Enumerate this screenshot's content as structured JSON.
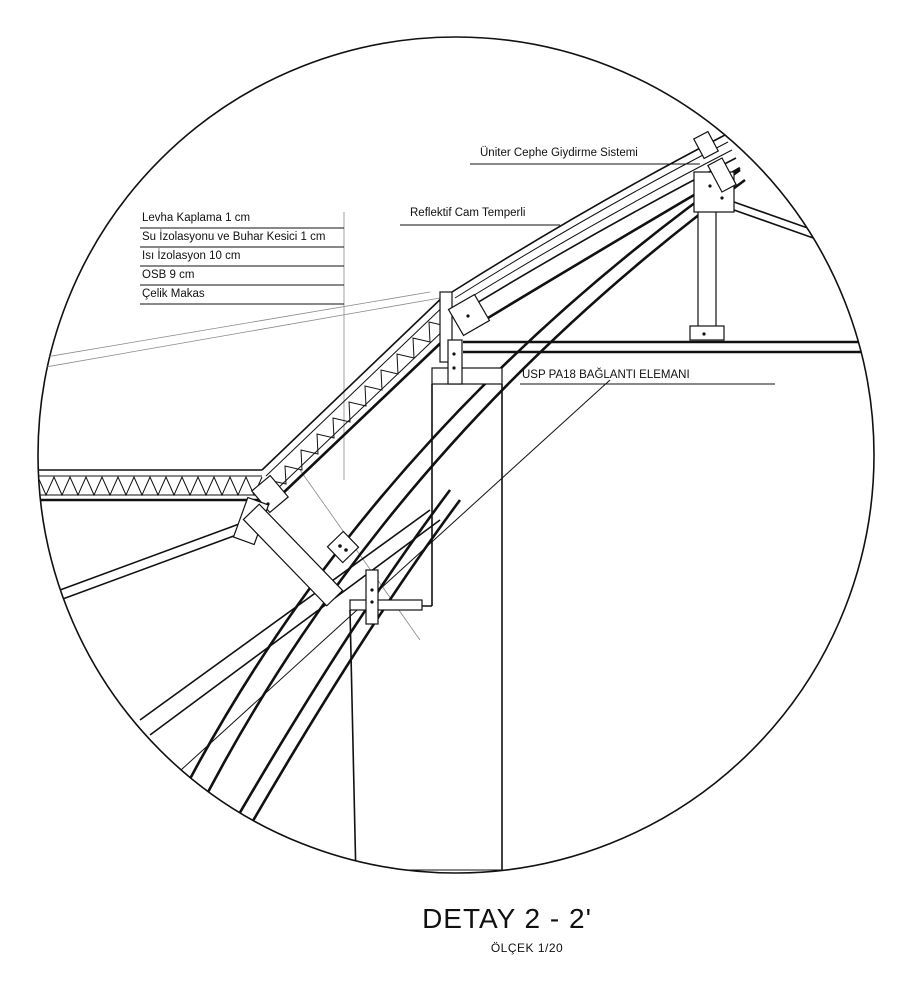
{
  "drawing": {
    "labels": {
      "uniter": "Üniter Cephe Giydirme Sistemi",
      "reflektif": "Reflektif Cam Temperli",
      "layers": [
        "Levha Kaplama 1 cm",
        "Su İzolasyonu  ve Buhar Kesici 1 cm",
        "Isı İzolasyon 10 cm",
        "OSB 9 cm",
        "Çelik Makas"
      ],
      "usp": "USP PA18 BAĞLANTI ELEMANI"
    },
    "title": "DETAY 2 - 2'",
    "scale": "ÖLÇEK 1/20"
  }
}
